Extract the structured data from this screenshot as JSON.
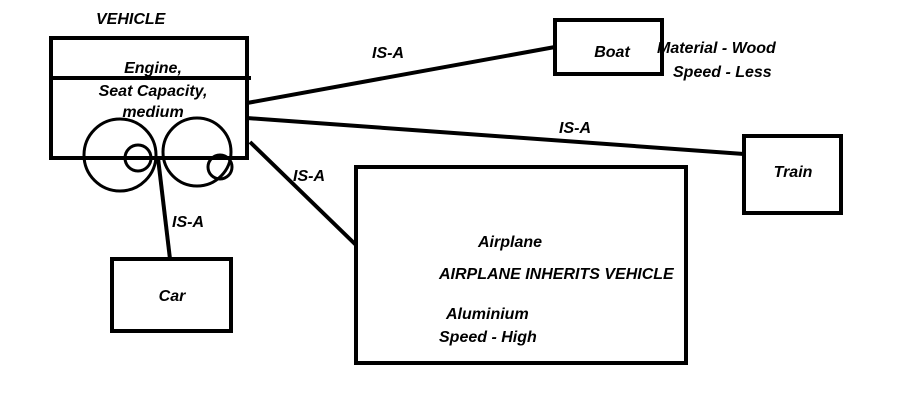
{
  "diagram": {
    "vehicle": {
      "title": "VEHICLE",
      "attr_line1": "Engine,",
      "attr_line2": "Seat Capacity,",
      "attr_line3": "medium"
    },
    "boat": {
      "label": "Boat",
      "note_line1": "Material - Wood",
      "note_line2": "Speed - Less"
    },
    "train": {
      "label": "Train"
    },
    "car": {
      "label": "Car"
    },
    "airplane": {
      "label": "Airplane",
      "inherits": "AIRPLANE INHERITS VEHICLE",
      "material": "Aluminium",
      "speed": "Speed - High"
    },
    "relations": {
      "boat": "IS-A",
      "train": "IS-A",
      "airplane": "IS-A",
      "car": "IS-A"
    }
  }
}
